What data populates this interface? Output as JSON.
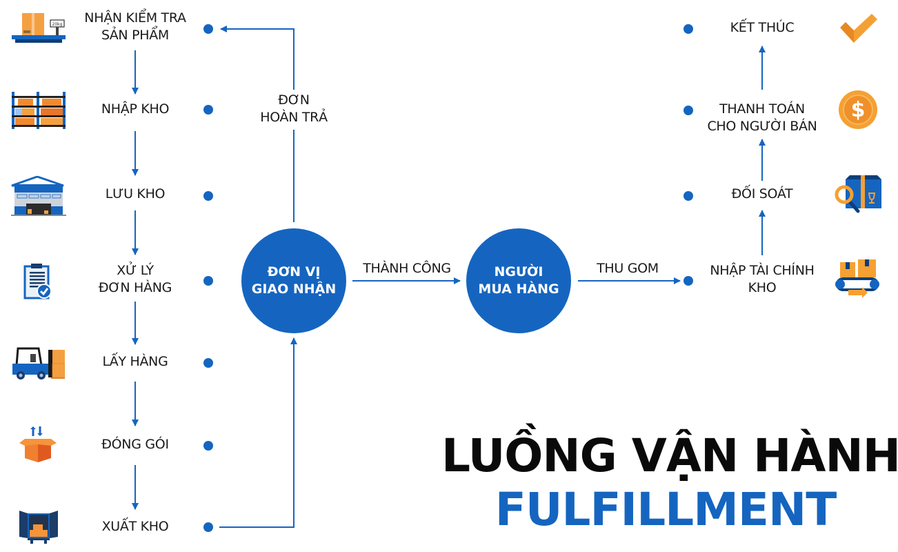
{
  "colors": {
    "primary_blue": "#1565c0",
    "accent_orange": "#f5a033",
    "text_dark": "#1a1a1a"
  },
  "left_steps": [
    {
      "line1": "NHẬN KIỂM TRA",
      "line2": "SẢN PHẨM",
      "icon": "scale-with-box-icon"
    },
    {
      "line1": "NHẬP KHO",
      "line2": "",
      "icon": "warehouse-shelves-icon"
    },
    {
      "line1": "LƯU KHO",
      "line2": "",
      "icon": "warehouse-building-icon"
    },
    {
      "line1": "XỬ LÝ",
      "line2": "ĐƠN HÀNG",
      "icon": "clipboard-check-icon"
    },
    {
      "line1": "LẤY HÀNG",
      "line2": "",
      "icon": "forklift-icon"
    },
    {
      "line1": "ĐÓNG GÓI",
      "line2": "",
      "icon": "open-box-icon"
    },
    {
      "line1": "XUẤT KHO",
      "line2": "",
      "icon": "truck-loading-icon"
    }
  ],
  "return_label": {
    "line1": "ĐƠN",
    "line2": "HOÀN TRẢ"
  },
  "hubs": [
    {
      "line1": "ĐƠN VỊ",
      "line2": "GIAO NHẬN"
    },
    {
      "line1": "NGƯỜI",
      "line2": "MUA HÀNG"
    }
  ],
  "edge_labels": {
    "success": "THÀNH CÔNG",
    "collect": "THU GOM"
  },
  "right_steps": [
    {
      "line1": "KẾT THÚC",
      "line2": "",
      "icon": "checkmark-icon"
    },
    {
      "line1": "THANH TOÁN",
      "line2": "CHO NGƯỜI BÁN",
      "icon": "dollar-coin-icon"
    },
    {
      "line1": "ĐỐI SOÁT",
      "line2": "",
      "icon": "box-inspection-icon"
    },
    {
      "line1": "NHẬP TÀI CHÍNH",
      "line2": "KHO",
      "icon": "conveyor-boxes-icon"
    }
  ],
  "title": {
    "line1": "LUỒNG VẬN HÀNH",
    "line2": "FULFILLMENT"
  }
}
